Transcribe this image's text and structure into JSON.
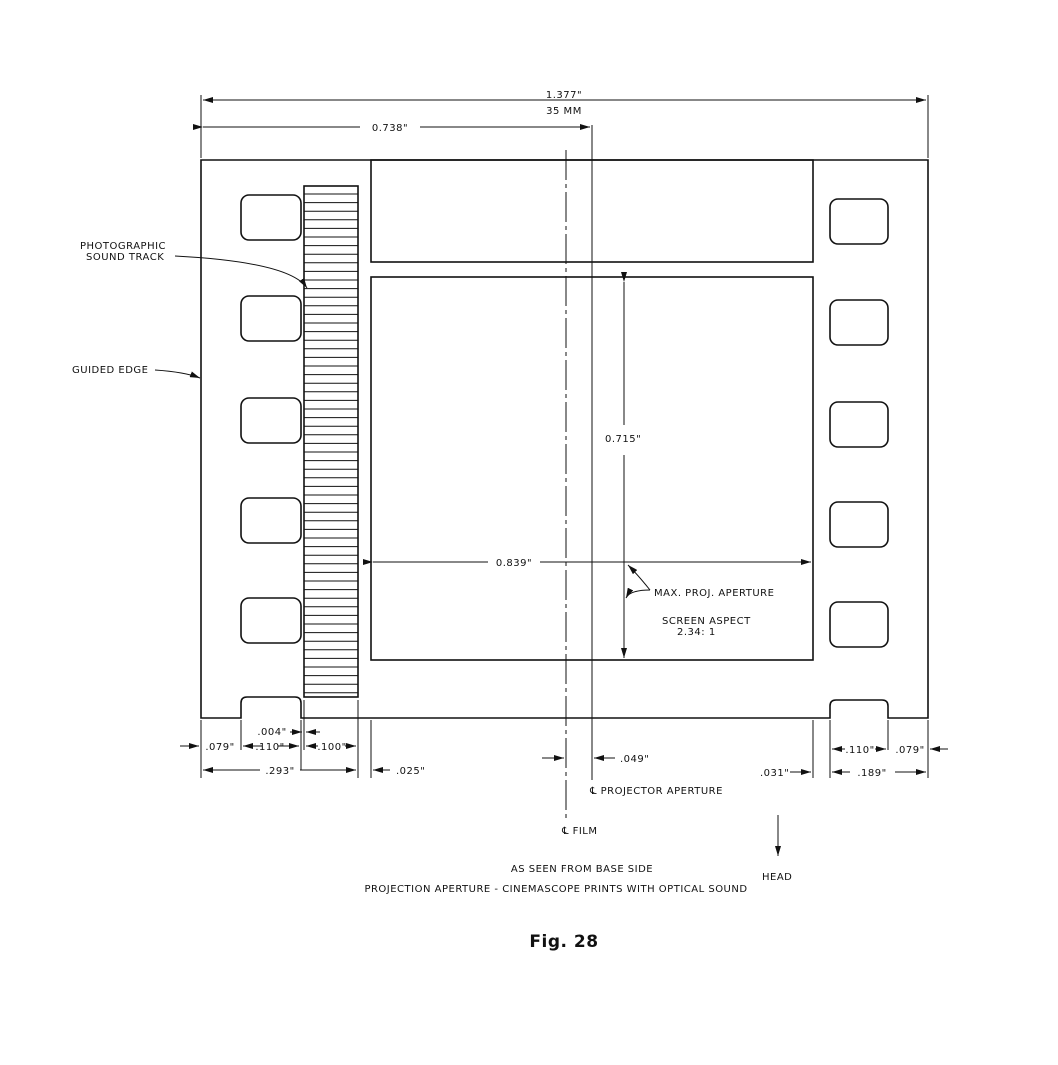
{
  "dims": {
    "total_width": "1.377\"",
    "total_mm": "35 MM",
    "to_center": "0.738\"",
    "height": "0.715\"",
    "width": "0.839\"",
    "d004": ".004\"",
    "d079l": ".079\"",
    "d110l": ".110\"",
    "d100": ".100\"",
    "d293": ".293\"",
    "d025": ".025\"",
    "d049": ".049\"",
    "d031": ".031\"",
    "d110r": ".110\"",
    "d079r": ".079\"",
    "d189": ".189\""
  },
  "labels": {
    "sound_track_1": "PHOTOGRAPHIC",
    "sound_track_2": "SOUND TRACK",
    "guided_edge": "GUIDED EDGE",
    "max_aperture": "MAX. PROJ. APERTURE",
    "screen_aspect_1": "SCREEN  ASPECT",
    "screen_aspect_2": "2.34: 1",
    "projector_aperture": "℄ PROJECTOR APERTURE",
    "film_center": "℄ FILM",
    "head": "HEAD"
  },
  "caption": {
    "line1": "AS SEEN FROM BASE SIDE",
    "line2": "PROJECTION APERTURE - CINEMASCOPE PRINTS WITH OPTICAL SOUND",
    "figure": "Fig. 28"
  }
}
